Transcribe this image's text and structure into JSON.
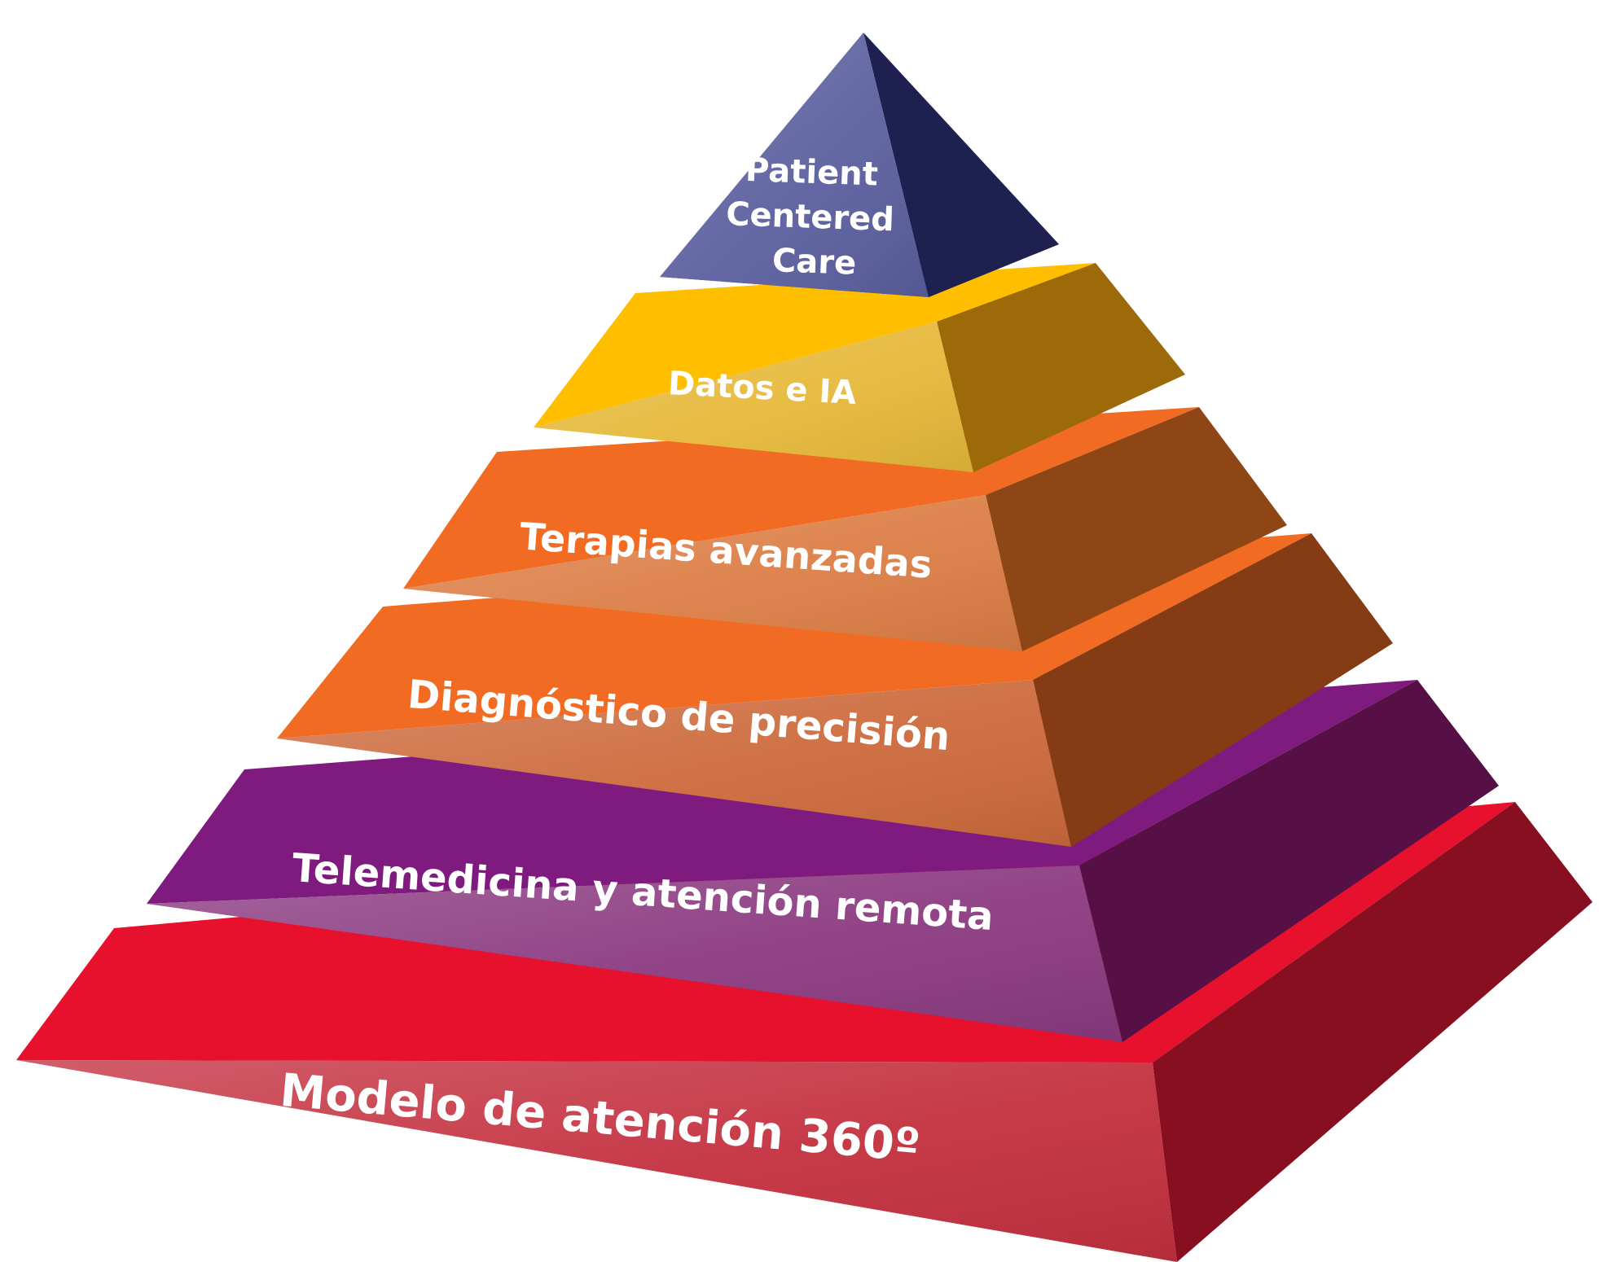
{
  "pyramid": {
    "tiers": [
      {
        "id": "patient-centered-care",
        "lines": [
          "Patient",
          "Centered",
          "Care"
        ],
        "colors": {
          "front": "#5b5f9e",
          "side": "#1e2150",
          "top": "#3a3d78"
        }
      },
      {
        "id": "datos-e-ia",
        "lines": [
          "Datos e IA"
        ],
        "colors": {
          "front": "#e6b93a",
          "side": "#9c6a08",
          "top": "#ffbf00"
        }
      },
      {
        "id": "terapias-avanzadas",
        "lines": [
          "Terapias avanzadas"
        ],
        "colors": {
          "front": "#dc7e46",
          "side": "#8e4616",
          "top": "#f26b22"
        }
      },
      {
        "id": "diagnostico-de-precision",
        "lines": [
          "Diagnóstico de precisión"
        ],
        "colors": {
          "front": "#cd6a3c",
          "side": "#853c15",
          "top": "#f26b22"
        }
      },
      {
        "id": "telemedicina",
        "lines": [
          "Telemedicina y atención remota"
        ],
        "colors": {
          "front": "#8b3a80",
          "side": "#561046",
          "top": "#7f1a7e"
        }
      },
      {
        "id": "modelo-360",
        "lines": [
          "Modelo de atención 360º"
        ],
        "colors": {
          "front": "#c4303f",
          "side": "#880f1f",
          "top": "#e8112d"
        }
      }
    ]
  }
}
